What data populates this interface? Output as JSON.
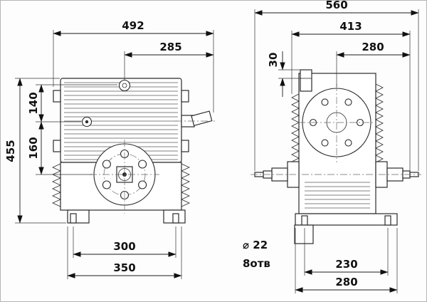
{
  "front_view": {
    "dim_overall_width": "492",
    "dim_upper_width": "285",
    "dim_top_height": "140",
    "dim_mid_height": "160",
    "dim_overall_height": "455",
    "dim_foot_holes": "300",
    "dim_foot_span": "350"
  },
  "side_view": {
    "dim_overall_length": "560",
    "dim_body_length": "413",
    "dim_flange_offset": "30",
    "dim_upper_length": "280",
    "note_hole_diameter": "⌀ 22",
    "note_hole_count": "8отв",
    "dim_base_holes": "230",
    "dim_base_span": "280"
  }
}
